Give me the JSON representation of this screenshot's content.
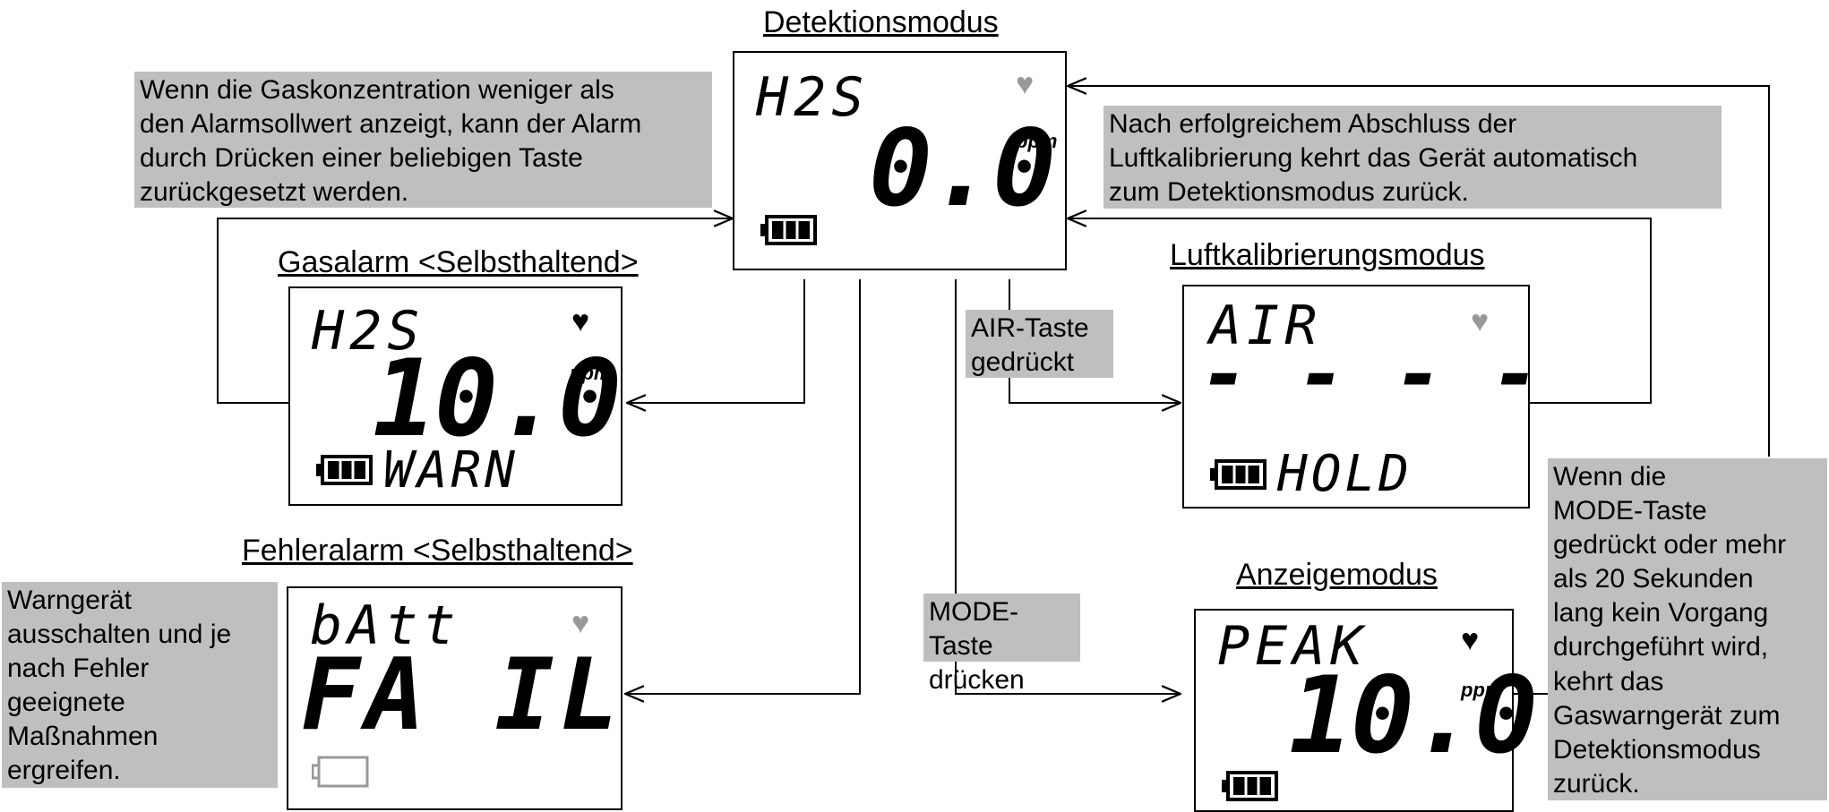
{
  "modes": {
    "detection": {
      "title": "Detektionsmodus",
      "display": {
        "gas": "H2S",
        "value": "0.0",
        "unit": "ppm",
        "status": ""
      }
    },
    "gas_alarm": {
      "title": "Gasalarm <Selbsthaltend>",
      "display": {
        "gas": "H2S",
        "value": "10.0",
        "unit": "ppm",
        "status": "WARN"
      }
    },
    "air_calibration": {
      "title": "Luftkalibrierungsmodus",
      "display": {
        "gas": "AIR",
        "value": "- - - -",
        "unit": "",
        "status": "HOLD"
      }
    },
    "fault_alarm": {
      "title": "Fehleralarm <Selbsthaltend>",
      "display": {
        "gas": "bAtt",
        "value": "FA IL",
        "unit": "",
        "status": ""
      }
    },
    "display_mode": {
      "title": "Anzeigemodus",
      "display": {
        "gas": "PEAK",
        "value": "10.0",
        "unit": "ppm",
        "status": ""
      }
    }
  },
  "notes": {
    "reset_alarm": "Wenn die Gaskonzentration weniger als\nden Alarmsollwert anzeigt, kann der Alarm\ndurch Drücken einer beliebigen Taste\nzurückgesetzt werden.",
    "air_return": "Nach erfolgreichem Abschluss der\nLuftkalibrierung kehrt das Gerät automatisch\nzum Detektionsmodus zurück.",
    "air_key": "AIR-Taste\ngedrückt",
    "mode_key": "MODE-Taste\ndrücken",
    "fault_action": "Warngerät\nausschalten und je\nnach Fehler\ngeeignete\nMaßnahmen\nergreifen.",
    "mode_return": "Wenn die\nMODE-Taste\ngedrückt oder mehr\nals 20 Sekunden\nlang kein Vorgang\ndurchgeführt wird,\nkehrt das\nGaswarngerät zum\nDetektionsmodus\nzurück."
  },
  "icons": {
    "heart_active": "#000000",
    "heart_inactive": "#999999",
    "battery_full": "battery-full-icon",
    "battery_empty": "battery-empty-icon"
  }
}
